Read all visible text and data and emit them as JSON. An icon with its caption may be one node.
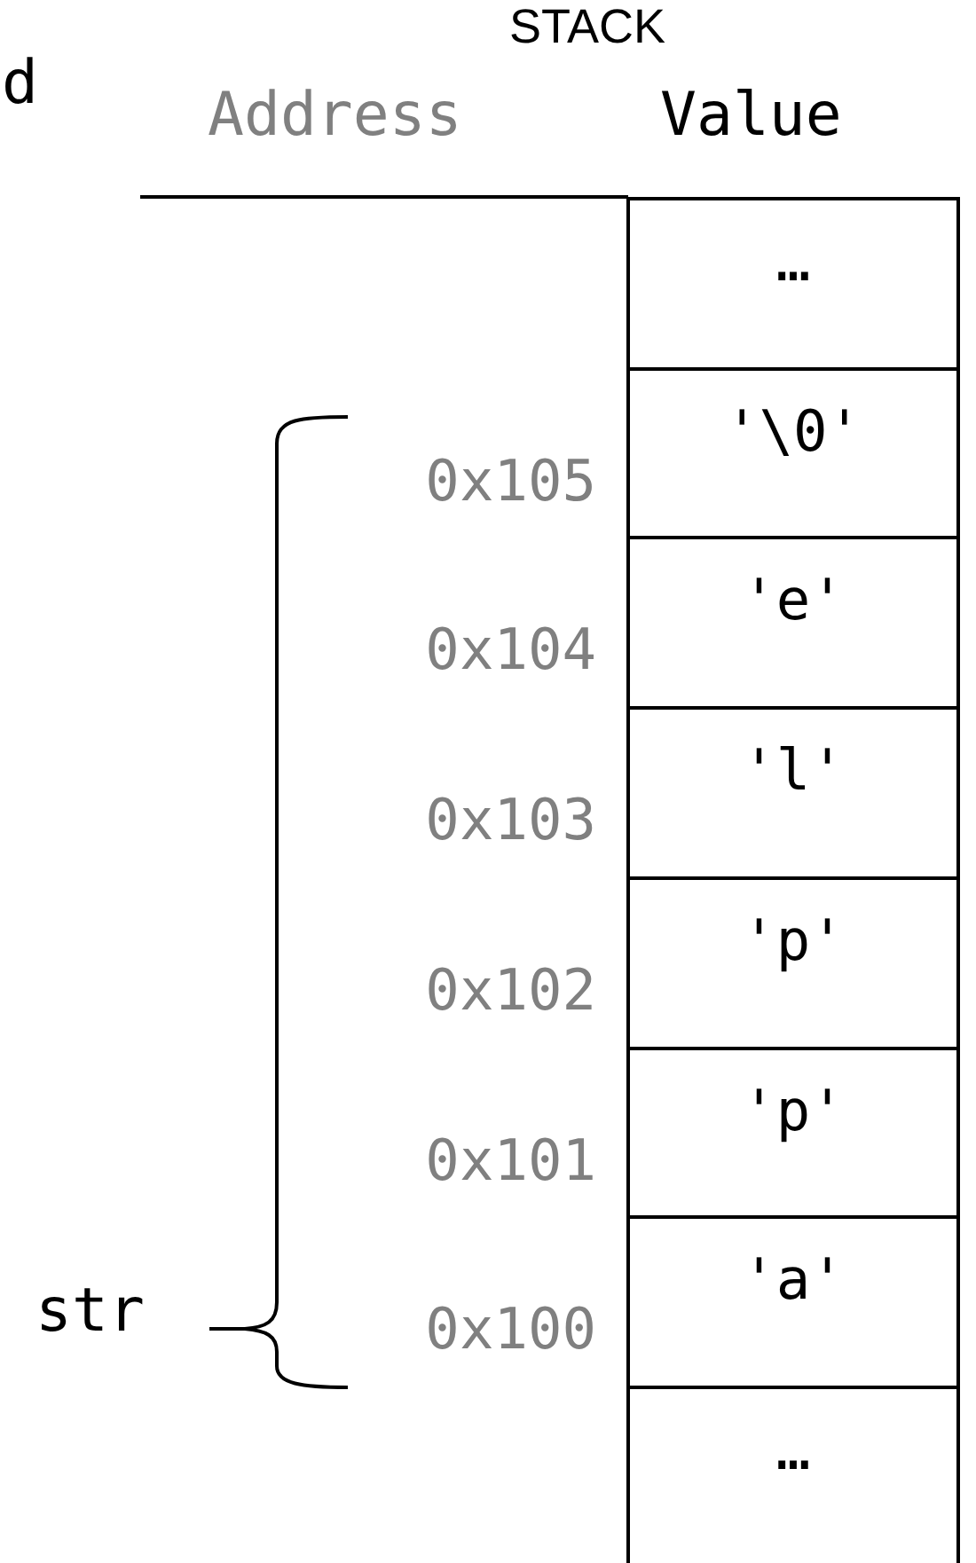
{
  "diagram": {
    "title": "STACK",
    "nodes": [
      {
        "text": [
          "…"
        ]
      },
      {
        "text": [
          "'\\0'"
        ],
        "beside": [
          "0x105"
        ]
      },
      {
        "text": [
          "'e'"
        ],
        "beside": [
          "0x104"
        ]
      },
      {
        "text": [
          "'l'"
        ],
        "beside": [
          "0x103"
        ]
      },
      {
        "text": [
          "'p'"
        ],
        "beside": [
          "0x102"
        ]
      },
      {
        "text": [
          "'p'"
        ],
        "beside": [
          "0x101"
        ]
      },
      {
        "text": [
          "'a'"
        ],
        "beside": [
          "0x100"
        ]
      },
      {
        "text": [
          "…"
        ]
      }
    ],
    "edges": [],
    "labels": [
      "d",
      "Address",
      "Value",
      "str"
    ]
  }
}
